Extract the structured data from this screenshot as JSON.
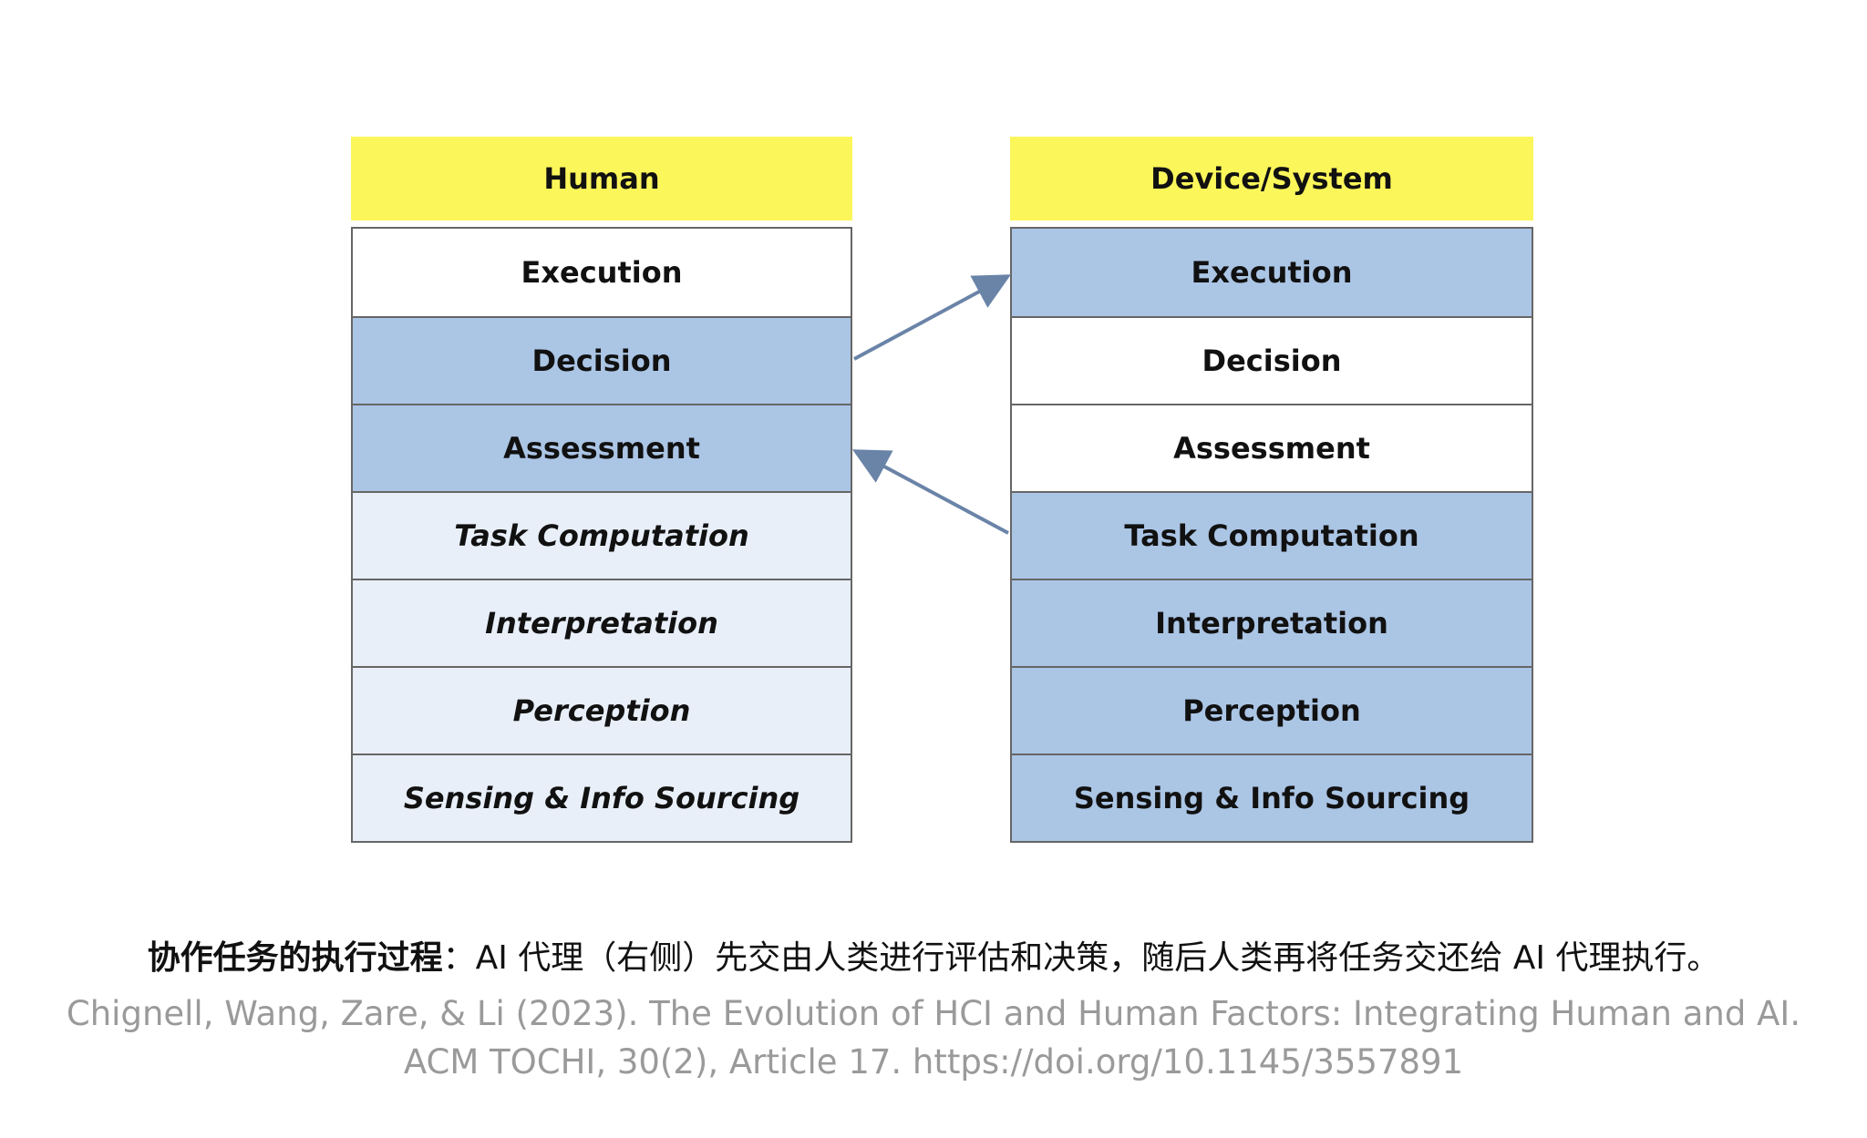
{
  "human": {
    "header": "Human",
    "layers": [
      {
        "label": "Execution",
        "state": "inactive",
        "italic": false
      },
      {
        "label": "Decision",
        "state": "active",
        "italic": false
      },
      {
        "label": "Assessment",
        "state": "active",
        "italic": false
      },
      {
        "label": "Task Computation",
        "state": "light",
        "italic": true
      },
      {
        "label": "Interpretation",
        "state": "light",
        "italic": true
      },
      {
        "label": "Perception",
        "state": "light",
        "italic": true
      },
      {
        "label": "Sensing & Info Sourcing",
        "state": "light",
        "italic": true
      }
    ]
  },
  "device": {
    "header": "Device/System",
    "layers": [
      {
        "label": "Execution",
        "state": "active",
        "italic": false
      },
      {
        "label": "Decision",
        "state": "inactive",
        "italic": false
      },
      {
        "label": "Assessment",
        "state": "inactive",
        "italic": false
      },
      {
        "label": "Task Computation",
        "state": "active",
        "italic": false
      },
      {
        "label": "Interpretation",
        "state": "active",
        "italic": false
      },
      {
        "label": "Perception",
        "state": "active",
        "italic": false
      },
      {
        "label": "Sensing & Info Sourcing",
        "state": "active",
        "italic": false
      }
    ]
  },
  "colors": {
    "header": "#fbf65a",
    "active": "#abc5e5",
    "light": "#e8eff9",
    "arrow": "#6a84a8"
  },
  "caption": {
    "title": "协作任务的执行过程",
    "text": "：AI 代理（右侧）先交由人类进行评估和决策，随后人类再将任务交还给 AI 代理执行。"
  },
  "citation": {
    "line1": "Chignell, Wang, Zare, & Li (2023). The Evolution of HCI and Human Factors: Integrating Human and AI.",
    "line2": "ACM TOCHI, 30(2), Article 17. https://doi.org/10.1145/3557891"
  }
}
